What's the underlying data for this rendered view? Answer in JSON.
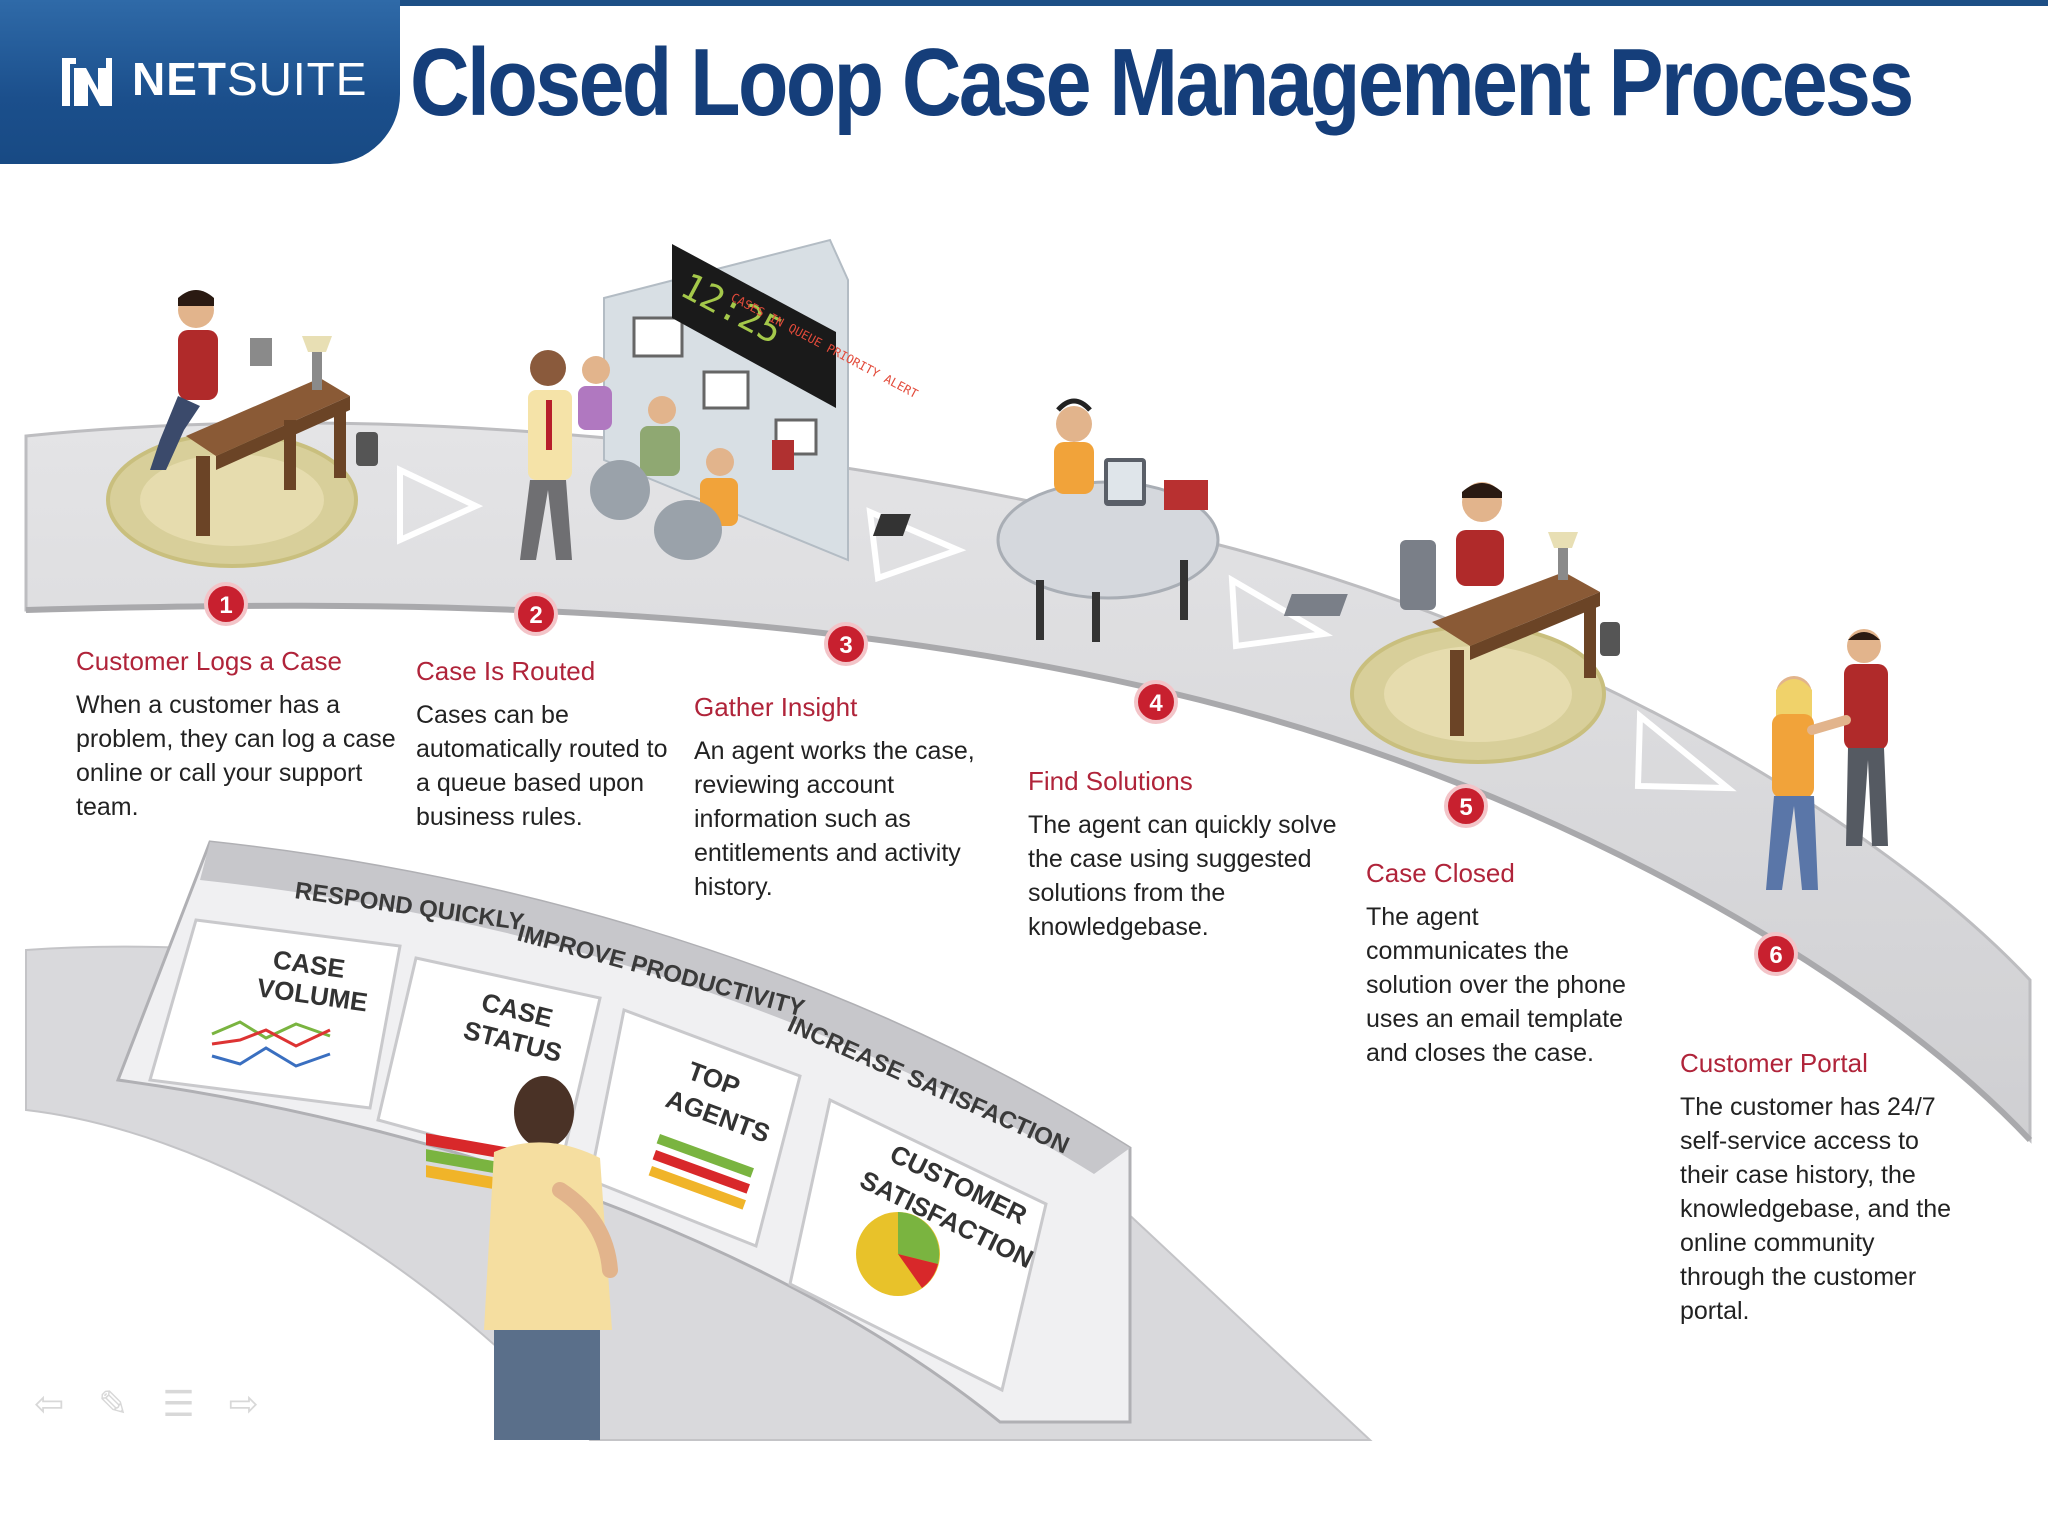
{
  "header": {
    "brand": "NETSUITE",
    "brand_bold": "NET",
    "brand_light": "SUITE",
    "title": "Closed Loop Case Management Process",
    "brand_color": "#1b4f8c",
    "title_color": "#153e7a"
  },
  "steps": [
    {
      "num": "1",
      "title": "Customer Logs a Case",
      "lines": [
        "When a customer has a",
        "problem, they can log a case",
        "online or call your support",
        "team."
      ]
    },
    {
      "num": "2",
      "title": "Case Is Routed",
      "lines": [
        "Cases can be",
        "automatically routed to",
        "a queue based upon",
        "business rules."
      ]
    },
    {
      "num": "3",
      "title": "Gather Insight",
      "lines": [
        "An agent works the case,",
        "reviewing account",
        "information such as",
        "entitlements and activity",
        "history."
      ]
    },
    {
      "num": "4",
      "title": "Find Solutions",
      "lines": [
        "The agent can quickly solve",
        "the case using suggested",
        "solutions from the",
        "knowledgebase."
      ]
    },
    {
      "num": "5",
      "title": "Case Closed",
      "lines": [
        "The agent",
        "communicates the",
        "solution over the phone",
        "uses an email template",
        "and closes the case."
      ]
    },
    {
      "num": "6",
      "title": "Customer Portal",
      "lines": [
        "The customer has 24/7",
        "self-service access to",
        "their case history, the",
        "knowledgebase, and  the",
        "online community",
        "through the customer",
        "portal."
      ]
    }
  ],
  "dashboard": {
    "banners": [
      "RESPOND QUICKLY",
      "IMPROVE PRODUCTIVITY",
      "INCREASE SATISFACTION"
    ],
    "panels": [
      {
        "line1": "CASE",
        "line2": "VOLUME"
      },
      {
        "line1": "CASE",
        "line2": "STATUS"
      },
      {
        "line1": "TOP",
        "line2": "AGENTS"
      },
      {
        "line1": "CUSTOMER",
        "line2": "SATISFACTION"
      }
    ]
  },
  "ticker": {
    "clock": "12:25",
    "message": "CASES IN QUEUE PRIORITY ALERT"
  },
  "colors": {
    "accent_red": "#c8202f",
    "step_title": "#b0243a",
    "road": "#d4d4d6"
  },
  "icons": [
    "back-arrow-icon",
    "pen-icon",
    "menu-icon",
    "forward-arrow-icon"
  ]
}
